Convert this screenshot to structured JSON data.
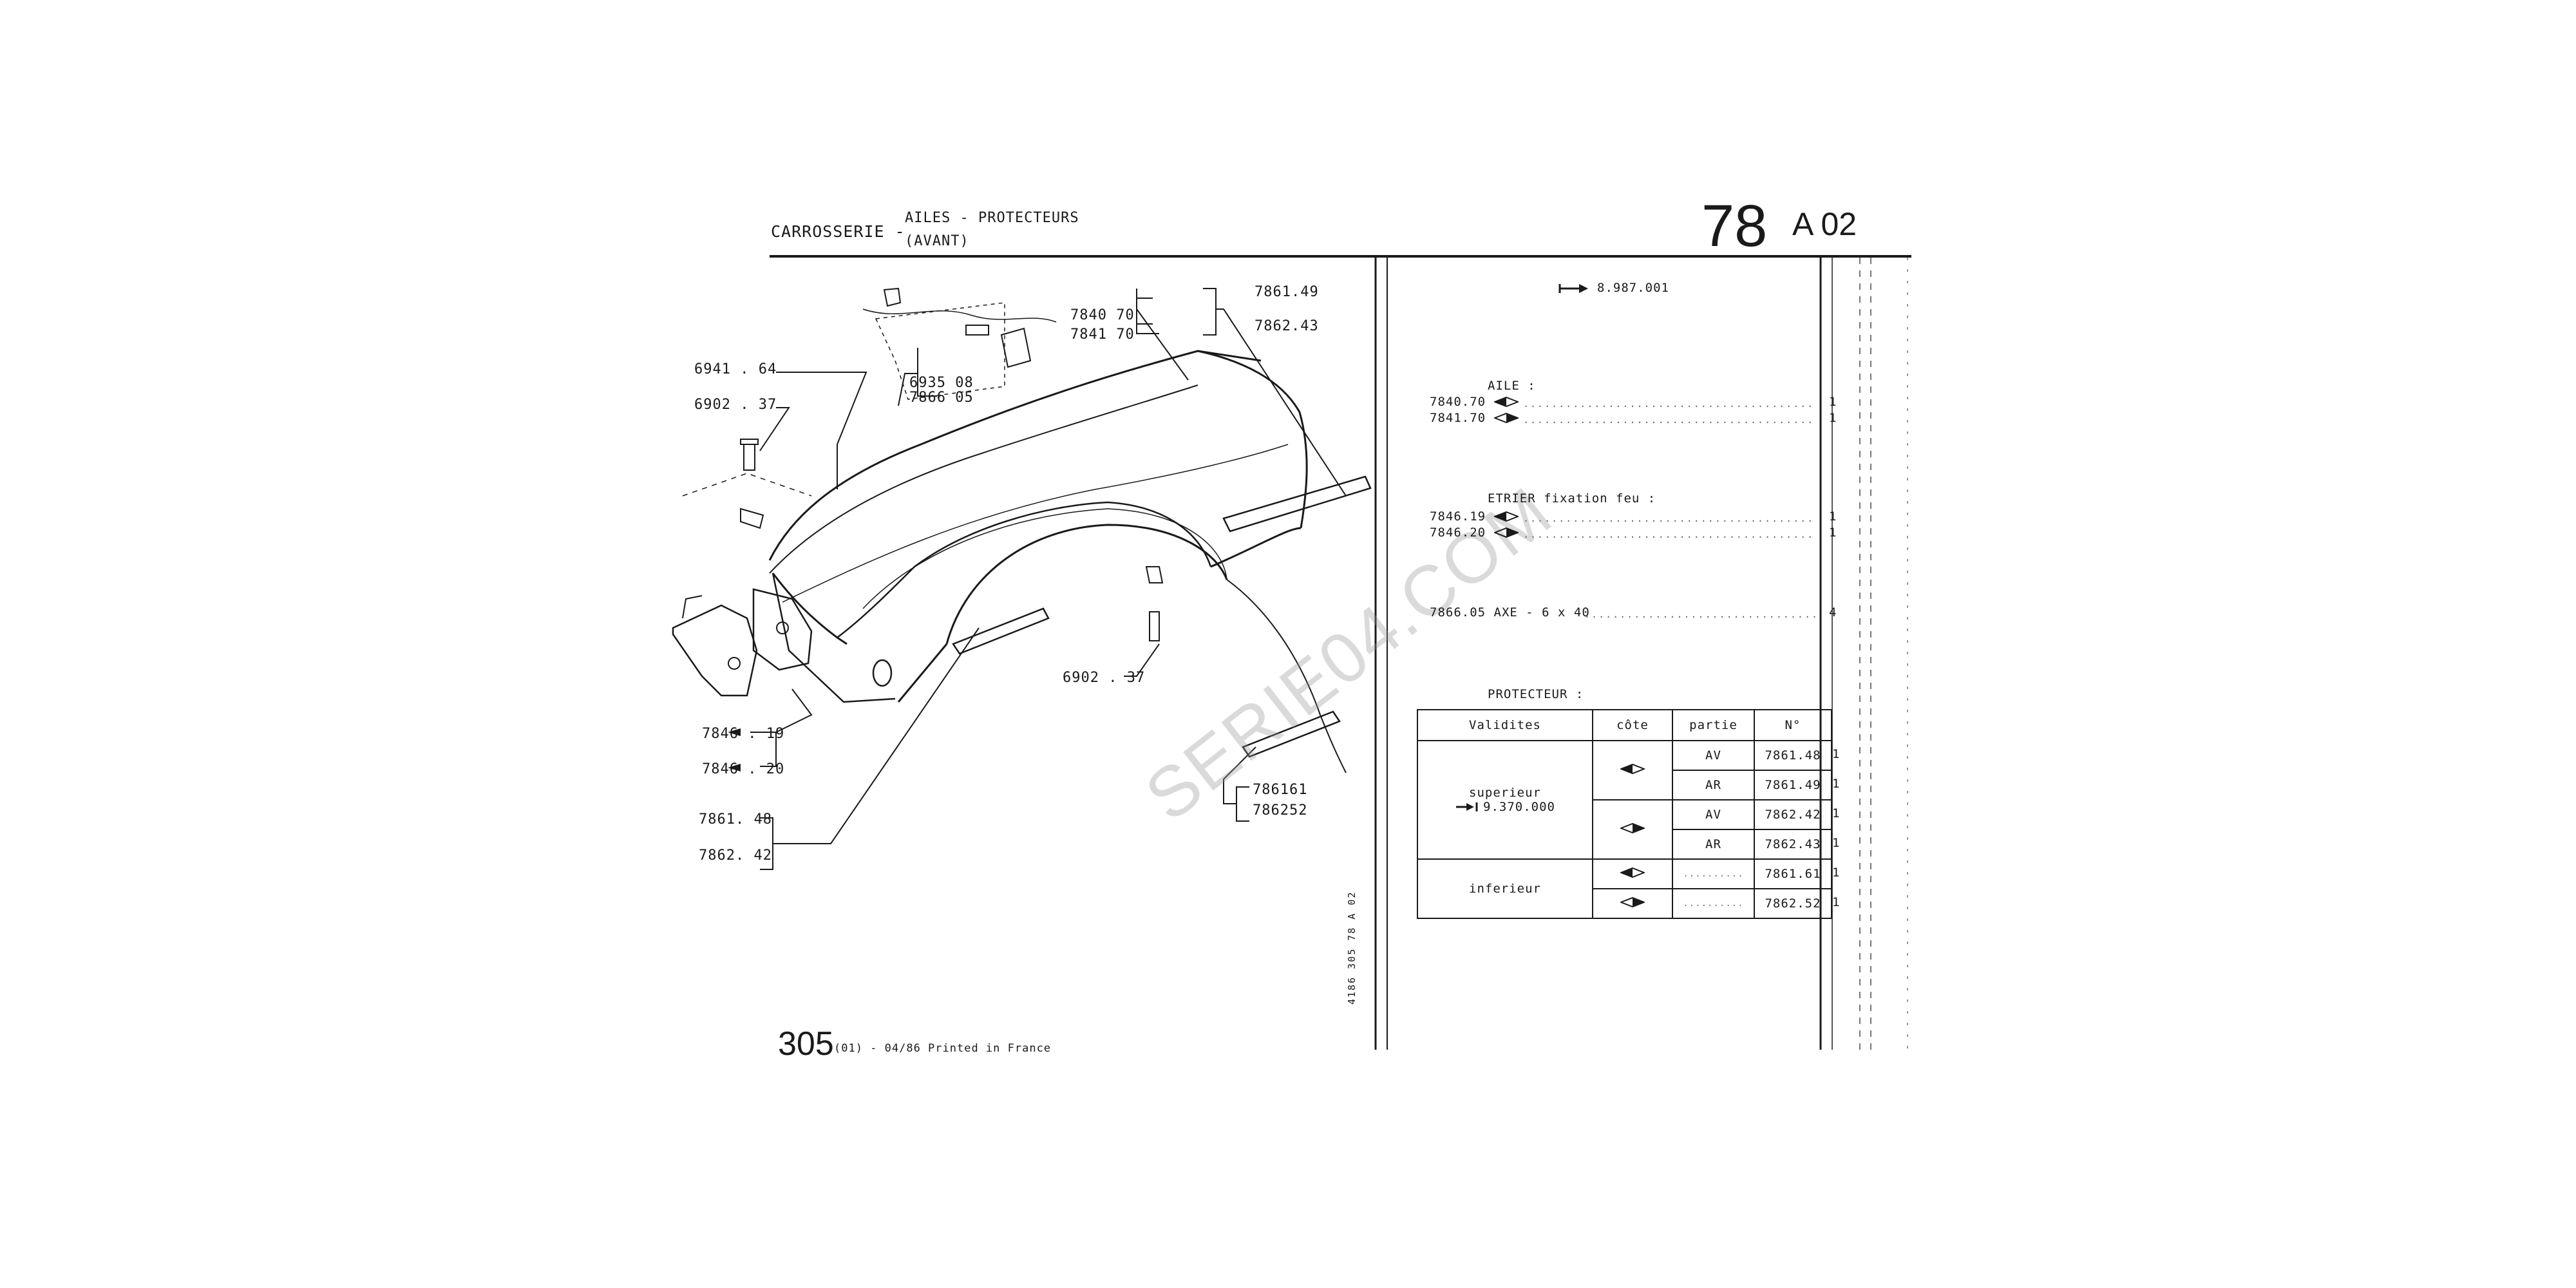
{
  "header": {
    "section": "CARROSSERIE -",
    "subsection_line1": "AILES - PROTECTEURS",
    "subsection_line2": "(AVANT)",
    "page_main": "78",
    "page_sub": "A 02"
  },
  "diagram_labels": {
    "l_7840_70": "7840 70",
    "l_7841_70": "7841 70",
    "l_7861_49": "7861.49",
    "l_7862_43": "7862.43",
    "l_6941_64": "6941 . 64",
    "l_6902_37_top": "6902 . 37",
    "l_6935_08": "6935 08",
    "l_7866_05": "7866 05",
    "l_6902_37_bottom": "6902 . 37",
    "l_7846_19": "7846 . 19",
    "l_7846_20": "7846 . 20",
    "l_7861_48": "7861. 48",
    "l_7862_42": "7862. 42",
    "l_786161": "786161",
    "l_786252": "786252"
  },
  "watermark": "SERIE04.COM",
  "right_panel": {
    "validity_arrow": "8.987.001",
    "aile_header": "AILE :",
    "aile_rows": [
      {
        "ref": "7840.70",
        "qty": "1"
      },
      {
        "ref": "7841.70",
        "qty": "1"
      }
    ],
    "etrier_header": "ETRIER fixation feu :",
    "etrier_rows": [
      {
        "ref": "7846.19",
        "qty": "1"
      },
      {
        "ref": "7846.20",
        "qty": "1"
      }
    ],
    "axe_row": {
      "ref": "7866.05 AXE - 6 x 40",
      "qty": "4"
    },
    "protecteur_header": "PROTECTEUR :"
  },
  "table": {
    "headers": [
      "Validites",
      "côte",
      "partie",
      "N°"
    ],
    "superieur_label": "superieur",
    "superieur_validity": "9.370.000",
    "inferieur_label": "inferieur",
    "rows": [
      {
        "partie": "AV",
        "ref": "7861.48",
        "qty": "1"
      },
      {
        "partie": "AR",
        "ref": "7861.49",
        "qty": "1"
      },
      {
        "partie": "AV",
        "ref": "7862.42",
        "qty": "1"
      },
      {
        "partie": "AR",
        "ref": "7862.43",
        "qty": "1"
      },
      {
        "partie": "",
        "ref": "7861.61",
        "qty": "1"
      },
      {
        "partie": "",
        "ref": "7862.52",
        "qty": "1"
      }
    ]
  },
  "footer": {
    "model": "305",
    "print_info": "(01) - 04/86 Printed in France",
    "vertical_code": "4186 305 78 A 02"
  }
}
